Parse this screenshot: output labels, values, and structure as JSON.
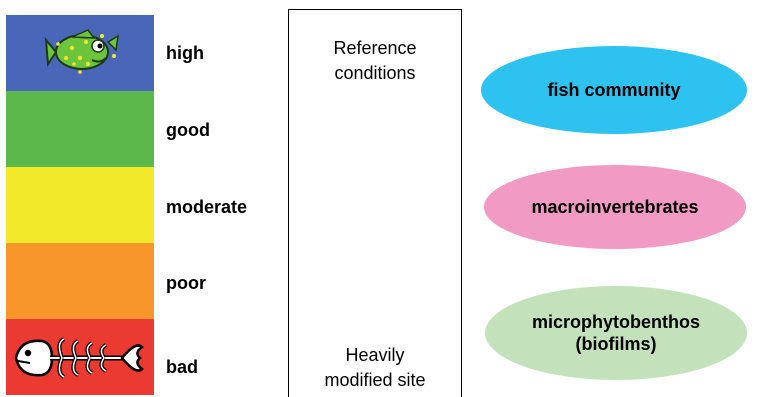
{
  "status_scale": {
    "levels": [
      {
        "label": "high",
        "color": "#4a66b8",
        "icon": "fish-icon"
      },
      {
        "label": "good",
        "color": "#5cb84a",
        "icon": ""
      },
      {
        "label": "moderate",
        "color": "#f1e92a",
        "icon": ""
      },
      {
        "label": "poor",
        "color": "#f7962b",
        "icon": ""
      },
      {
        "label": "bad",
        "color": "#ea3a31",
        "icon": "fish-skeleton-icon"
      }
    ]
  },
  "reference_box": {
    "top_line1": "Reference",
    "top_line2": "conditions",
    "bottom_line1": "Heavily",
    "bottom_line2": "modified site"
  },
  "indicators": [
    {
      "line1": "fish community",
      "line2": "",
      "color": "#2ec2f1"
    },
    {
      "line1": "macroinvertebrates",
      "line2": "",
      "color": "#f19ac4"
    },
    {
      "line1": "microphytobenthos",
      "line2": "(biofilms)",
      "color": "#c3e2bc"
    }
  ]
}
